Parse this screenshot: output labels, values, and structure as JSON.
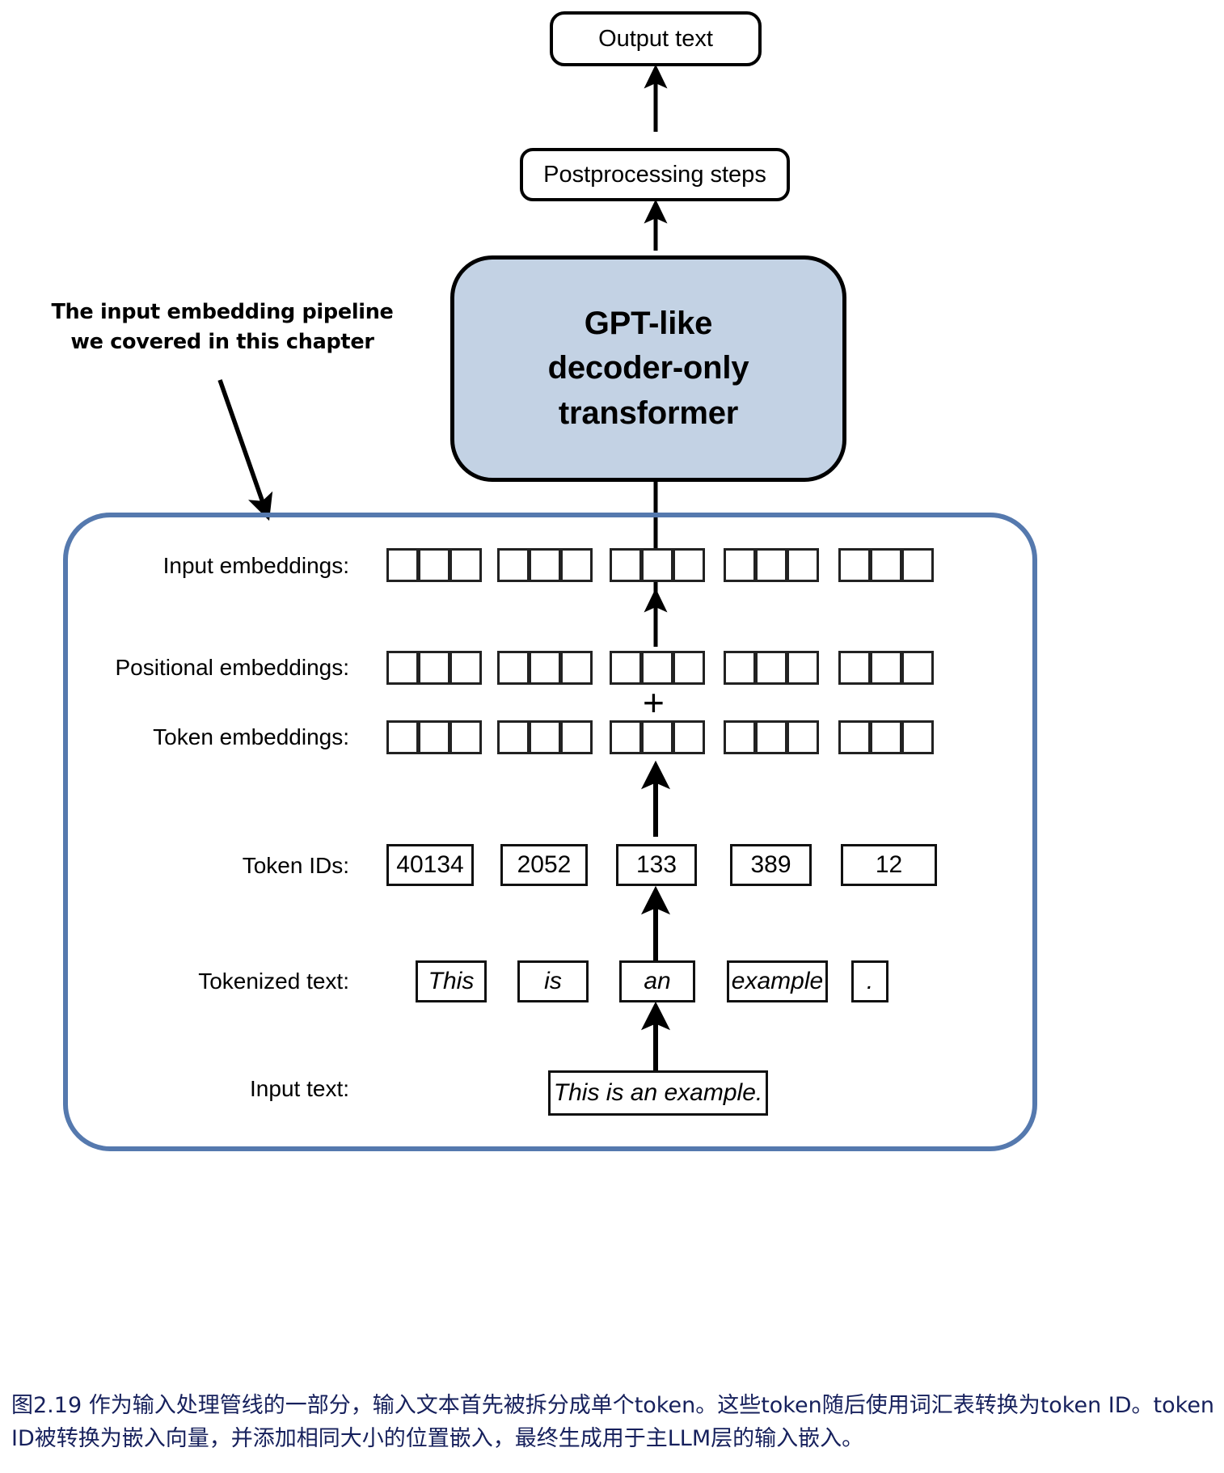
{
  "figure": {
    "caption": "图2.19 作为输入处理管线的一部分，输入文本首先被拆分成单个token。这些token随后使用词汇表转换为token ID。token ID被转换为嵌入向量，并添加相同大小的位置嵌入，最终生成用于主LLM层的输入嵌入。"
  },
  "nodes": {
    "output_text": "Output text",
    "postprocessing": "Postprocessing steps",
    "gpt_block_line1": "GPT-like",
    "gpt_block_line2": "decoder-only",
    "gpt_block_line3": "transformer"
  },
  "annotation": {
    "line1": "The input embedding pipeline",
    "line2": "we covered in this chapter"
  },
  "rows": {
    "input_embeddings_label": "Input embeddings:",
    "positional_embeddings_label": "Positional embeddings:",
    "token_embeddings_label": "Token embeddings:",
    "token_ids_label": "Token IDs:",
    "tokenized_text_label": "Tokenized text:",
    "input_text_label": "Input text:"
  },
  "operators": {
    "plus": "+"
  },
  "token_ids": [
    "40134",
    "2052",
    "133",
    "389",
    "12"
  ],
  "tokenized_text": [
    "This",
    "is",
    "an",
    "example",
    "."
  ],
  "input_text": "This is an example.",
  "embedding_cells_per_group": 3,
  "embedding_groups": 5,
  "colors": {
    "gpt_block_fill": "#c3d2e4",
    "pipeline_border": "#5579ae",
    "caption_text": "#16205c",
    "stroke": "#000000",
    "background": "#ffffff"
  }
}
